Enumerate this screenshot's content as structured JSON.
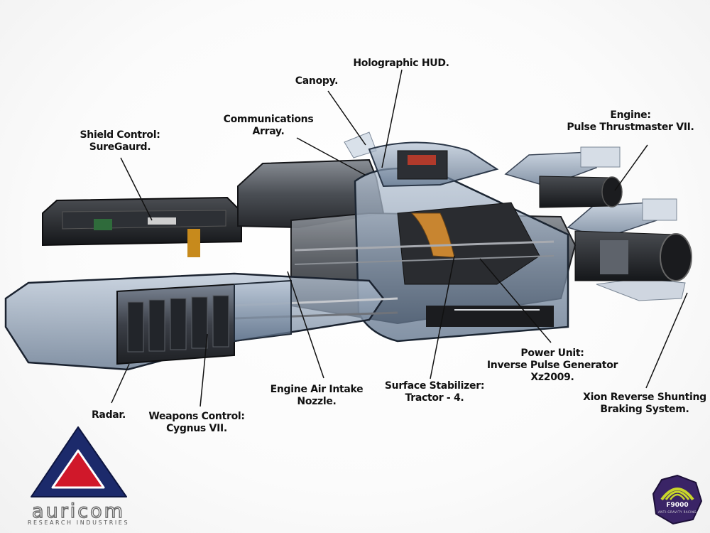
{
  "labels": [
    {
      "id": "holographic-hud",
      "lines": [
        "Holographic HUD."
      ]
    },
    {
      "id": "canopy",
      "lines": [
        "Canopy."
      ]
    },
    {
      "id": "communications-array",
      "lines": [
        "Communications",
        "Array."
      ]
    },
    {
      "id": "shield-control",
      "lines": [
        "Shield Control:",
        "SureGaurd."
      ]
    },
    {
      "id": "engine",
      "lines": [
        "Engine:",
        "Pulse Thrustmaster VII."
      ]
    },
    {
      "id": "radar",
      "lines": [
        "Radar."
      ]
    },
    {
      "id": "weapons-control",
      "lines": [
        "Weapons Control:",
        "Cygnus VII."
      ]
    },
    {
      "id": "engine-air-intake",
      "lines": [
        "Engine Air Intake",
        "Nozzle."
      ]
    },
    {
      "id": "surface-stabilizer",
      "lines": [
        "Surface Stabilizer:",
        "Tractor - 4."
      ]
    },
    {
      "id": "power-unit",
      "lines": [
        "Power Unit:",
        "Inverse Pulse Generator",
        "Xz2009."
      ]
    },
    {
      "id": "xion-braking",
      "lines": [
        "Xion Reverse Shunting",
        "Braking System."
      ]
    }
  ],
  "logos": {
    "left": {
      "name": "auricom-logo",
      "brand": "auricom",
      "sub": "RESEARCH INDUSTRIES",
      "colors": {
        "outer": "#1c2a6b",
        "inner": "#d0182a"
      }
    },
    "right": {
      "name": "f9000-logo",
      "brand": "F9000",
      "sub": "ANTI-GRAVITY RACING",
      "colors": {
        "body": "#3a2466",
        "accent": "#c9d62a"
      }
    }
  }
}
